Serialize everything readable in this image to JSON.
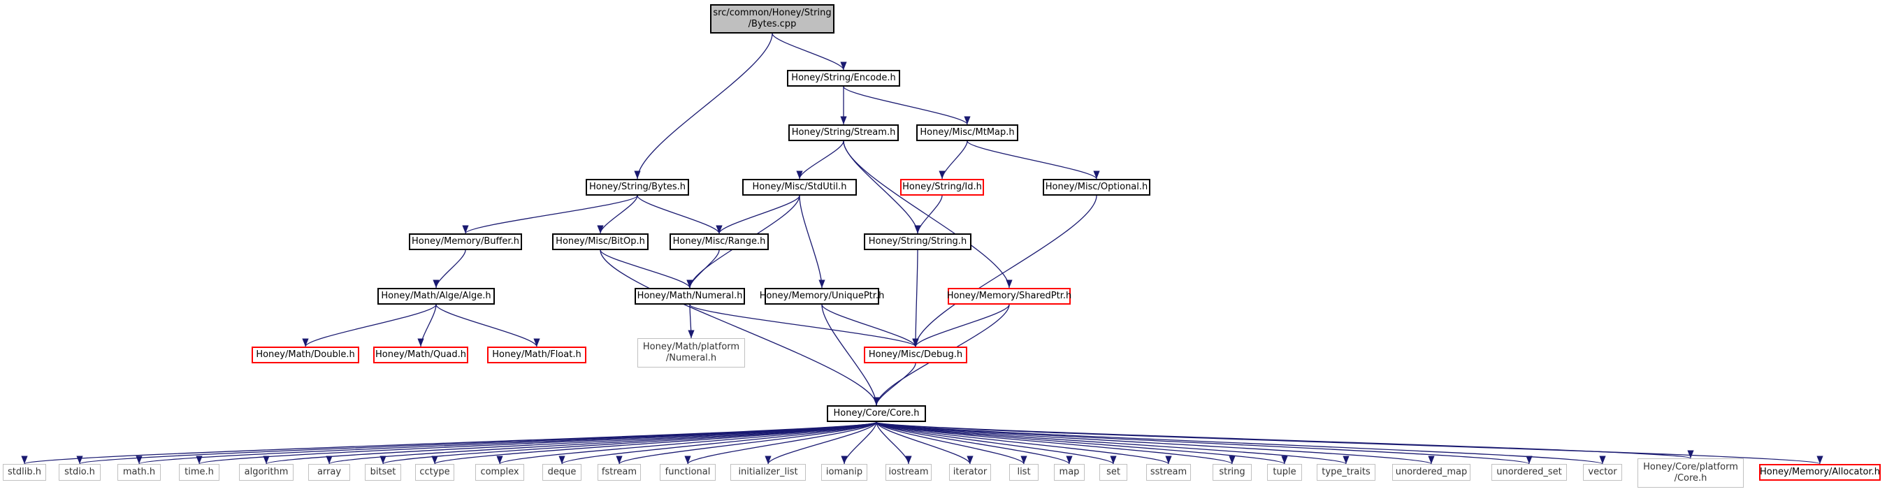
{
  "diagram": {
    "style": {
      "edge_color": "#191970",
      "normal_border": "#000000",
      "red_border": "#ff0000",
      "gray_border": "#c0c0c0",
      "root_fill": "#bfbfbf"
    },
    "nodes": [
      {
        "id": "root",
        "label": "src/common/Honey/String\n/Bytes.cpp",
        "style": "root"
      },
      {
        "id": "encode",
        "label": "Honey/String/Encode.h",
        "style": "normal"
      },
      {
        "id": "stream",
        "label": "Honey/String/Stream.h",
        "style": "normal"
      },
      {
        "id": "mtmap",
        "label": "Honey/Misc/MtMap.h",
        "style": "normal"
      },
      {
        "id": "bytes",
        "label": "Honey/String/Bytes.h",
        "style": "normal"
      },
      {
        "id": "stdutil",
        "label": "Honey/Misc/StdUtil.h",
        "style": "normal"
      },
      {
        "id": "id",
        "label": "Honey/String/Id.h",
        "style": "red"
      },
      {
        "id": "optional",
        "label": "Honey/Misc/Optional.h",
        "style": "normal"
      },
      {
        "id": "buffer",
        "label": "Honey/Memory/Buffer.h",
        "style": "normal"
      },
      {
        "id": "bitop",
        "label": "Honey/Misc/BitOp.h",
        "style": "normal"
      },
      {
        "id": "range",
        "label": "Honey/Misc/Range.h",
        "style": "normal"
      },
      {
        "id": "string",
        "label": "Honey/String/String.h",
        "style": "normal"
      },
      {
        "id": "alge",
        "label": "Honey/Math/Alge/Alge.h",
        "style": "normal"
      },
      {
        "id": "numeral",
        "label": "Honey/Math/Numeral.h",
        "style": "normal"
      },
      {
        "id": "uniqueptr",
        "label": "Honey/Memory/UniquePtr.h",
        "style": "normal"
      },
      {
        "id": "sharedptr",
        "label": "Honey/Memory/SharedPtr.h",
        "style": "red"
      },
      {
        "id": "double",
        "label": "Honey/Math/Double.h",
        "style": "red"
      },
      {
        "id": "quad",
        "label": "Honey/Math/Quad.h",
        "style": "red"
      },
      {
        "id": "float",
        "label": "Honey/Math/Float.h",
        "style": "red"
      },
      {
        "id": "numplat",
        "label": "Honey/Math/platform\n/Numeral.h",
        "style": "gray"
      },
      {
        "id": "debug",
        "label": "Honey/Misc/Debug.h",
        "style": "red"
      },
      {
        "id": "core",
        "label": "Honey/Core/Core.h",
        "style": "normal"
      },
      {
        "id": "stdlib",
        "label": "stdlib.h",
        "style": "gray"
      },
      {
        "id": "stdio",
        "label": "stdio.h",
        "style": "gray"
      },
      {
        "id": "math",
        "label": "math.h",
        "style": "gray"
      },
      {
        "id": "time",
        "label": "time.h",
        "style": "gray"
      },
      {
        "id": "algorithm",
        "label": "algorithm",
        "style": "gray"
      },
      {
        "id": "array",
        "label": "array",
        "style": "gray"
      },
      {
        "id": "bitset",
        "label": "bitset",
        "style": "gray"
      },
      {
        "id": "cctype",
        "label": "cctype",
        "style": "gray"
      },
      {
        "id": "complex",
        "label": "complex",
        "style": "gray"
      },
      {
        "id": "deque",
        "label": "deque",
        "style": "gray"
      },
      {
        "id": "fstream",
        "label": "fstream",
        "style": "gray"
      },
      {
        "id": "functional",
        "label": "functional",
        "style": "gray"
      },
      {
        "id": "initlist",
        "label": "initializer_list",
        "style": "gray"
      },
      {
        "id": "iomanip",
        "label": "iomanip",
        "style": "gray"
      },
      {
        "id": "iostream",
        "label": "iostream",
        "style": "gray"
      },
      {
        "id": "iterator",
        "label": "iterator",
        "style": "gray"
      },
      {
        "id": "list",
        "label": "list",
        "style": "gray"
      },
      {
        "id": "map",
        "label": "map",
        "style": "gray"
      },
      {
        "id": "set",
        "label": "set",
        "style": "gray"
      },
      {
        "id": "sstream",
        "label": "sstream",
        "style": "gray"
      },
      {
        "id": "stringh",
        "label": "string",
        "style": "gray"
      },
      {
        "id": "tuple",
        "label": "tuple",
        "style": "gray"
      },
      {
        "id": "typetraits",
        "label": "type_traits",
        "style": "gray"
      },
      {
        "id": "umap",
        "label": "unordered_map",
        "style": "gray"
      },
      {
        "id": "uset",
        "label": "unordered_set",
        "style": "gray"
      },
      {
        "id": "vector",
        "label": "vector",
        "style": "gray"
      },
      {
        "id": "coreplat",
        "label": "Honey/Core/platform\n/Core.h",
        "style": "gray"
      },
      {
        "id": "allocator",
        "label": "Honey/Memory/Allocator.h",
        "style": "red"
      }
    ],
    "edges": [
      [
        "root",
        "encode"
      ],
      [
        "root",
        "bytes"
      ],
      [
        "encode",
        "stream"
      ],
      [
        "encode",
        "mtmap"
      ],
      [
        "stream",
        "stdutil"
      ],
      [
        "stream",
        "string"
      ],
      [
        "stream",
        "sharedptr"
      ],
      [
        "mtmap",
        "id"
      ],
      [
        "mtmap",
        "optional"
      ],
      [
        "bytes",
        "buffer"
      ],
      [
        "bytes",
        "bitop"
      ],
      [
        "bytes",
        "range"
      ],
      [
        "stdutil",
        "range"
      ],
      [
        "stdutil",
        "numeral"
      ],
      [
        "stdutil",
        "uniqueptr"
      ],
      [
        "id",
        "string"
      ],
      [
        "optional",
        "debug"
      ],
      [
        "buffer",
        "alge"
      ],
      [
        "bitop",
        "numeral"
      ],
      [
        "bitop",
        "core"
      ],
      [
        "range",
        "numeral"
      ],
      [
        "string",
        "debug"
      ],
      [
        "alge",
        "double"
      ],
      [
        "alge",
        "quad"
      ],
      [
        "alge",
        "float"
      ],
      [
        "numeral",
        "numplat"
      ],
      [
        "numeral",
        "debug"
      ],
      [
        "uniqueptr",
        "debug"
      ],
      [
        "uniqueptr",
        "core"
      ],
      [
        "sharedptr",
        "debug"
      ],
      [
        "sharedptr",
        "core"
      ],
      [
        "debug",
        "core"
      ],
      [
        "core",
        "stdlib"
      ],
      [
        "core",
        "stdio"
      ],
      [
        "core",
        "math"
      ],
      [
        "core",
        "time"
      ],
      [
        "core",
        "algorithm"
      ],
      [
        "core",
        "array"
      ],
      [
        "core",
        "bitset"
      ],
      [
        "core",
        "cctype"
      ],
      [
        "core",
        "complex"
      ],
      [
        "core",
        "deque"
      ],
      [
        "core",
        "fstream"
      ],
      [
        "core",
        "functional"
      ],
      [
        "core",
        "initlist"
      ],
      [
        "core",
        "iomanip"
      ],
      [
        "core",
        "iostream"
      ],
      [
        "core",
        "iterator"
      ],
      [
        "core",
        "list"
      ],
      [
        "core",
        "map"
      ],
      [
        "core",
        "set"
      ],
      [
        "core",
        "sstream"
      ],
      [
        "core",
        "stringh"
      ],
      [
        "core",
        "tuple"
      ],
      [
        "core",
        "typetraits"
      ],
      [
        "core",
        "umap"
      ],
      [
        "core",
        "uset"
      ],
      [
        "core",
        "vector"
      ],
      [
        "core",
        "coreplat"
      ],
      [
        "core",
        "allocator"
      ]
    ]
  }
}
